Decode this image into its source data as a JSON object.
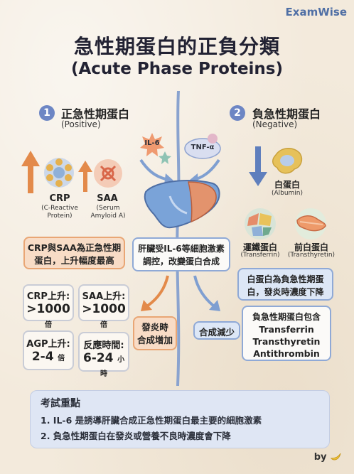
{
  "brand": "ExamWise",
  "title": "急性期蛋白的正負分類",
  "subtitle": "(Acute Phase Proteins)",
  "positive": {
    "number": "1",
    "title": "正急性期蛋白",
    "subtitle": "(Positive)",
    "crp_label": "CRP",
    "crp_full": [
      "(C-Reactive",
      "Protein)"
    ],
    "saa_label": "SAA",
    "saa_full": [
      "(Serum",
      "Amyloid A)"
    ],
    "note": [
      "CRP與SAA為正急性期",
      "蛋白，上升幅度最高"
    ],
    "stats": [
      {
        "title": "CRP上升:",
        "value": ">1000",
        "unit": "倍"
      },
      {
        "title": "SAA上升:",
        "value": ">1000",
        "unit": "倍"
      },
      {
        "title": "AGP上升:",
        "value": "2-4",
        "unit": "倍"
      },
      {
        "title": "反應時間:",
        "value": "6-24",
        "unit": "小時"
      }
    ]
  },
  "negative": {
    "number": "2",
    "title": "負急性期蛋白",
    "subtitle": "(Negative)",
    "albumin_label": "白蛋白",
    "albumin_en": "(Albumin)",
    "transferrin_label": "運鐵蛋白",
    "transferrin_en": "(Transferrin)",
    "transthyretin_label": "前白蛋白",
    "transthyretin_en": "(Transthyretin)",
    "note": [
      "白蛋白為負急性期蛋",
      "白，發炎時濃度下降"
    ],
    "includes_title": "負急性期蛋白包含",
    "includes": [
      "Transferrin",
      "Transthyretin",
      "Antithrombin"
    ]
  },
  "center": {
    "il6": "IL-6",
    "tnf": "TNF-α",
    "liver_note": [
      "肝臟受IL-6等細胞激素",
      "調控，改變蛋白合成"
    ],
    "increase": [
      "發炎時",
      "合成增加"
    ],
    "decrease": "合成減少"
  },
  "key_points": {
    "title": "考試重點",
    "items": [
      "1. IL-6 是誘導肝臟合成正急性期蛋白最主要的細胞激素",
      "2. 負急性期蛋白在發炎或營養不良時濃度會下降"
    ]
  },
  "by": "by"
}
